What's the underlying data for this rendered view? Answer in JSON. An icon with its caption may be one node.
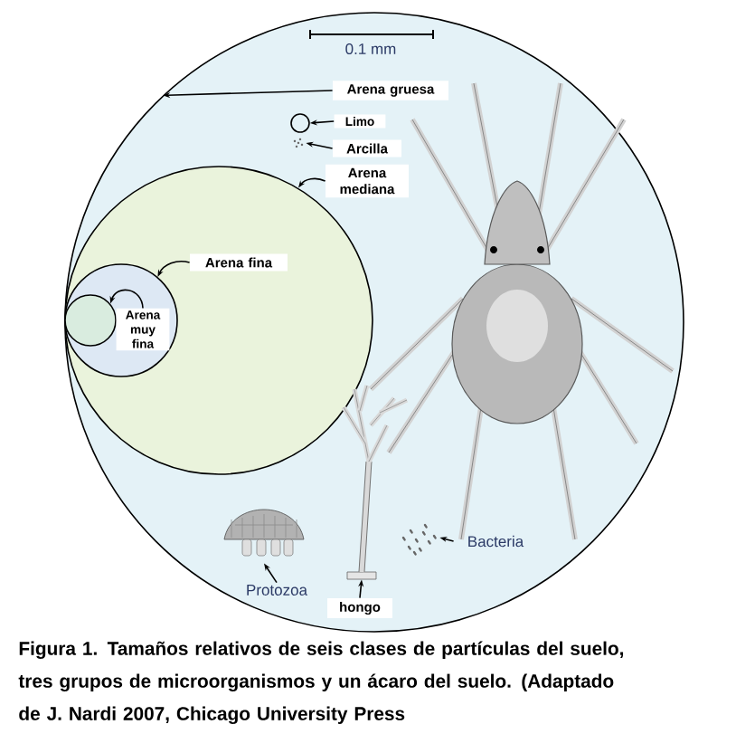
{
  "diagram": {
    "caption": "Figura 1. Tamaños relativos de seis clases de partículas del suelo, tres grupos de microorganismos y un ácaro del suelo. (Adaptado de J. Nardi 2007, Chicago University Press",
    "nodes": [
      {
        "text": [],
        "shape": "circle"
      },
      {
        "text": [],
        "shape": "circle",
        "in": 0
      },
      {
        "text": [],
        "shape": "circle",
        "in": 1
      },
      {
        "text": [],
        "shape": "circle",
        "in": 2
      },
      {
        "text": [],
        "shape": "circle",
        "in": 0
      },
      {
        "text": [],
        "shape": "picture",
        "in": 0
      },
      {
        "text": [
          "Arena gruesa"
        ],
        "in": 0
      },
      {
        "text": [
          "Limo"
        ],
        "in": 0
      },
      {
        "text": [
          "Arcilla"
        ],
        "in": 0
      },
      {
        "text": [
          "Arena mediana"
        ],
        "in": 0
      },
      {
        "text": [
          "Arena fina"
        ],
        "in": 1
      },
      {
        "text": [
          "Arena muy fina"
        ],
        "in": 2
      },
      {
        "text": [
          "Protozoa"
        ],
        "in": 0
      },
      {
        "text": [
          "hongo"
        ],
        "in": 0
      },
      {
        "text": [
          "Bacteria"
        ],
        "in": 0
      },
      {
        "text": [],
        "shape": "picture",
        "in": 0
      },
      {
        "text": [],
        "shape": "picture",
        "in": 0
      },
      {
        "text": [],
        "shape": "picture",
        "in": 0
      }
    ],
    "edges": [
      {
        "from": 6,
        "to": 0,
        "arrow": "to"
      },
      {
        "from": 7,
        "to": 4,
        "arrow": "to"
      },
      {
        "from": 8,
        "to": 5,
        "arrow": "to"
      },
      {
        "from": 9,
        "to": 1,
        "arrow": "to"
      },
      {
        "from": 10,
        "to": 2,
        "arrow": "to"
      },
      {
        "from": 11,
        "to": 3,
        "arrow": "to"
      },
      {
        "from": 12,
        "to": 15,
        "arrow": "to"
      },
      {
        "from": 13,
        "to": 16,
        "arrow": "to"
      },
      {
        "from": 14,
        "to": 17,
        "arrow": "to"
      }
    ],
    "labels": [
      "0.1 mm"
    ]
  }
}
